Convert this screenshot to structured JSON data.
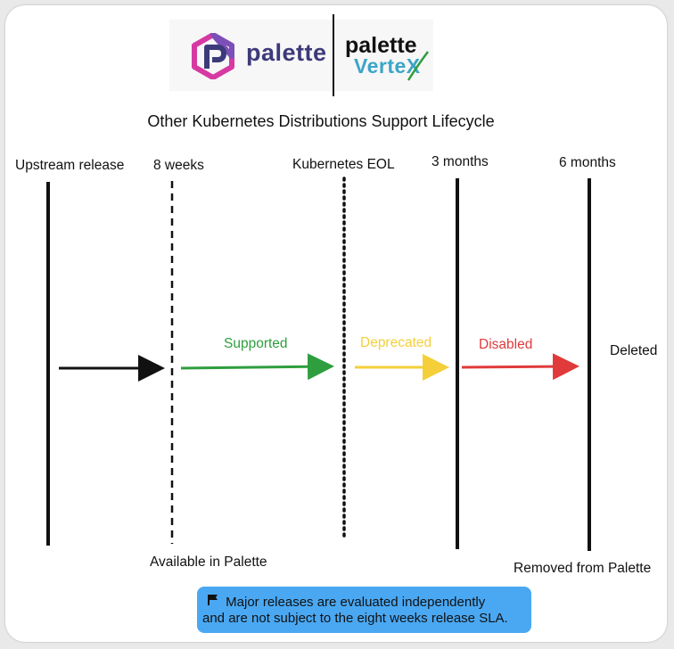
{
  "logos": {
    "palette": "palette",
    "vertex_top": "palette",
    "vertex_bottom": "VerteX",
    "brand_colors": {
      "palette_purple": "#3d3a7a",
      "palette_pink": "#d63aa2",
      "vertex_blue": "#3ba5c6"
    }
  },
  "title": "Other Kubernetes Distributions Support Lifecycle",
  "milestones": {
    "upstream": "Upstream release",
    "eight_weeks": "8 weeks",
    "k8s_eol": "Kubernetes EOL",
    "three_months": "3 months",
    "six_months": "6 months",
    "available": "Available in Palette",
    "removed": "Removed from Palette"
  },
  "phases": {
    "supported": {
      "label": "Supported",
      "color": "#2e9e3e"
    },
    "deprecated": {
      "label": "Deprecated",
      "color": "#f4cf3a"
    },
    "disabled": {
      "label": "Disabled",
      "color": "#e03a3a"
    },
    "deleted": {
      "label": "Deleted",
      "color": "#111111"
    }
  },
  "note": {
    "icon": "flag-icon",
    "line1": "Major releases are evaluated independently",
    "line2": "and are not subject to the eight weeks release SLA.",
    "color": "#4aa8f3"
  }
}
